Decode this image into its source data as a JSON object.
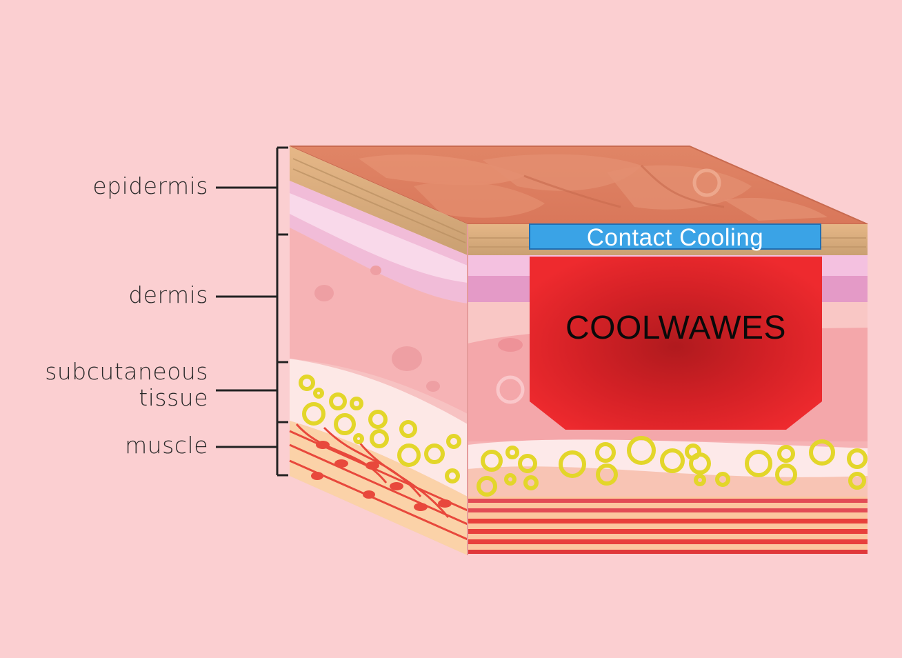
{
  "labels": {
    "epidermis": "epidermis",
    "dermis": "dermis",
    "subcutaneous_line1": "subcutaneous",
    "subcutaneous_line2": "tissue",
    "muscle": "muscle"
  },
  "overlay": {
    "contact_cooling": "Contact Cooling",
    "device": "COOLWAWES"
  },
  "colors": {
    "background": "#fbcfd1",
    "cooling_bar": "#3aa3e6",
    "device_red": "#e8252b",
    "fat_cells": "#e6d92a",
    "skin_top": "#e08a6a"
  }
}
